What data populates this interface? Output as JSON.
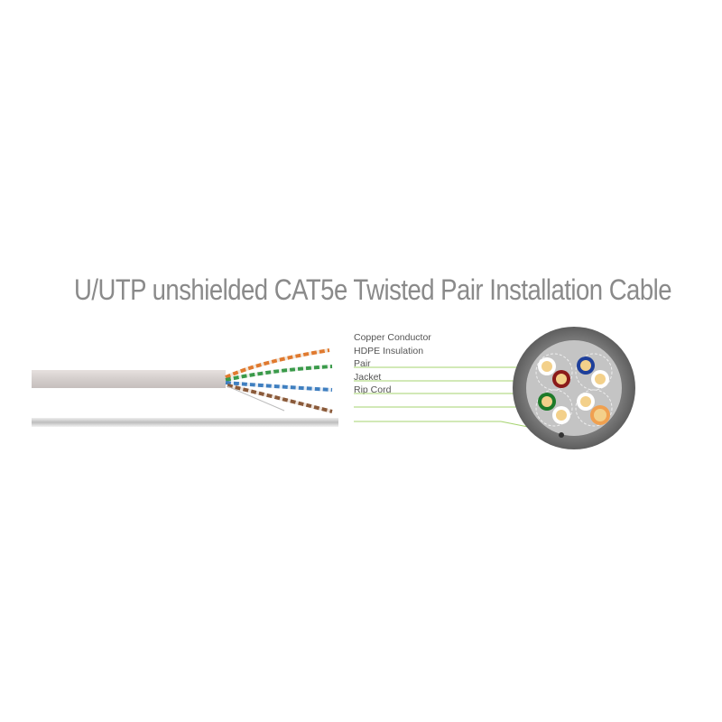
{
  "title": "U/UTP unshielded CAT5e Twisted Pair Installation Cable",
  "legend": {
    "items": [
      {
        "label": "Copper Conductor"
      },
      {
        "label": "HDPE Insulation"
      },
      {
        "label": "Pair"
      },
      {
        "label": "Jacket"
      },
      {
        "label": "Rip Cord"
      }
    ],
    "line_color": "#9ccc65"
  },
  "cable": {
    "jacket_color": "#d8d2d0",
    "pair_colors": [
      "#e07a2f",
      "#3a9a4a",
      "#3f7fc0",
      "#8a5a3a"
    ]
  },
  "cross_section": {
    "outer_jacket_color": "#6f6f6f",
    "inner_color": "#c7c7c7",
    "pairs": [
      {
        "colored_insulation": "#8b1a1a"
      },
      {
        "colored_insulation": "#1e3f9a"
      },
      {
        "colored_insulation": "#1d7a2a"
      },
      {
        "colored_insulation": "#f0a050"
      }
    ],
    "conductor_color": "#f3d08a"
  }
}
